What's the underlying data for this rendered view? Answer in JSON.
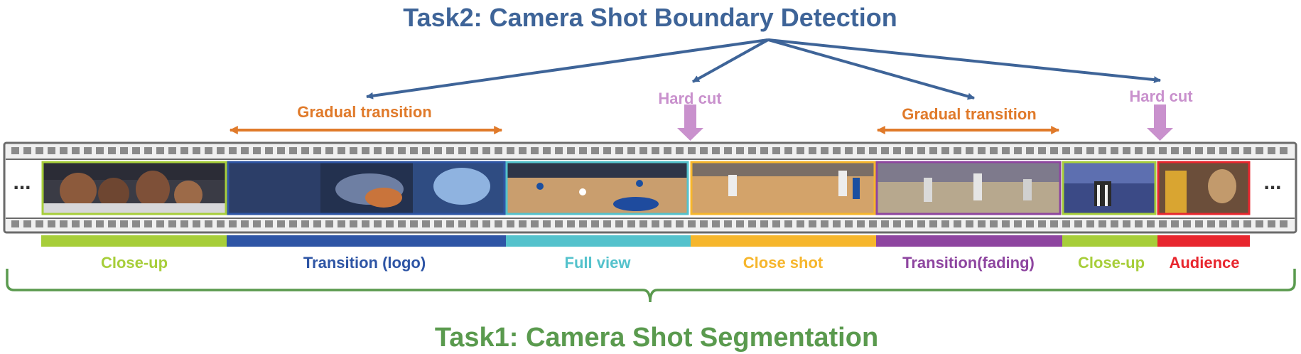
{
  "title_top": "Task2: Camera Shot Boundary Detection",
  "title_bottom": "Task1: Camera Shot Segmentation",
  "ellipsis": "...",
  "boundaries": [
    {
      "label": "Gradual transition",
      "kind": "gradual",
      "color": "#E07A2A"
    },
    {
      "label": "Hard cut",
      "kind": "hard",
      "color": "#C991CD"
    },
    {
      "label": "Gradual transition",
      "kind": "gradual",
      "color": "#E07A2A"
    },
    {
      "label": "Hard cut",
      "kind": "hard",
      "color": "#C991CD"
    }
  ],
  "segments": [
    {
      "label": "Close-up",
      "color": "#A7CE3A"
    },
    {
      "label": "Transition (logo)",
      "color": "#2E55A5"
    },
    {
      "label": "Full view",
      "color": "#54C2CC"
    },
    {
      "label": "Close shot",
      "color": "#F6B62C"
    },
    {
      "label": "Transition(fading)",
      "color": "#8E45A0"
    },
    {
      "label": "Close-up",
      "color": "#A7CE3A"
    },
    {
      "label": "Audience",
      "color": "#E8262E"
    }
  ],
  "colors": {
    "task2": "#3E6498",
    "task1": "#5A9A4E",
    "film_frame": "#6B6B6B",
    "film_band": "#F0F0F0",
    "sprocket": "#8A8A8A"
  }
}
